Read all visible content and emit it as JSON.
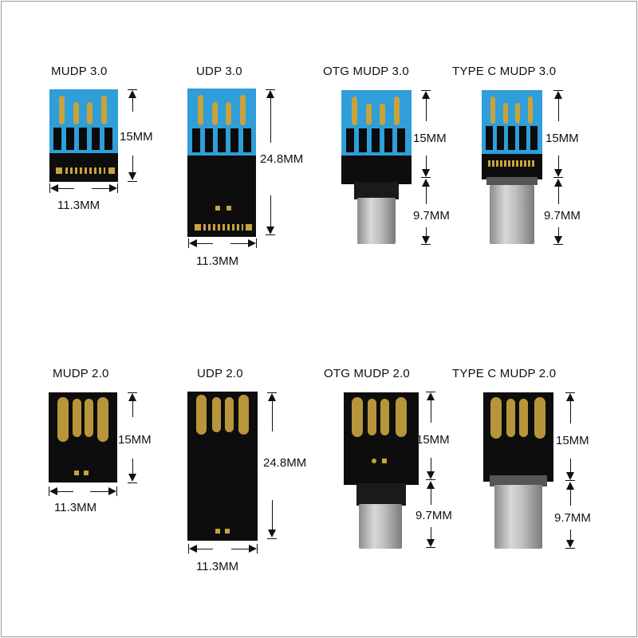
{
  "row_30": {
    "mudp": {
      "title": "MUDP 3.0",
      "height": "15MM",
      "width": "11.3MM"
    },
    "udp": {
      "title": "UDP 3.0",
      "height": "24.8MM",
      "width": "11.3MM"
    },
    "otg": {
      "title": "OTG MUDP 3.0",
      "height_pcb": "15MM",
      "height_plug": "9.7MM"
    },
    "typec": {
      "title": "TYPE C MUDP 3.0",
      "height_pcb": "15MM",
      "height_plug": "9.7MM"
    }
  },
  "row_20": {
    "mudp": {
      "title": "MUDP 2.0",
      "height": "15MM",
      "width": "11.3MM"
    },
    "udp": {
      "title": "UDP 2.0",
      "height": "24.8MM",
      "width": "11.3MM"
    },
    "otg": {
      "title": "OTG MUDP 2.0",
      "height_pcb": "15MM",
      "height_plug": "9.7MM"
    },
    "typec": {
      "title": "TYPE C MUDP 2.0",
      "height_pcb": "15MM",
      "height_plug": "9.7MM"
    }
  },
  "colors": {
    "pcb": "#0d0d0d",
    "usb3_blue": "#2f9ed9",
    "gold": "#c9a23a",
    "metal": "#bdbdbd"
  }
}
